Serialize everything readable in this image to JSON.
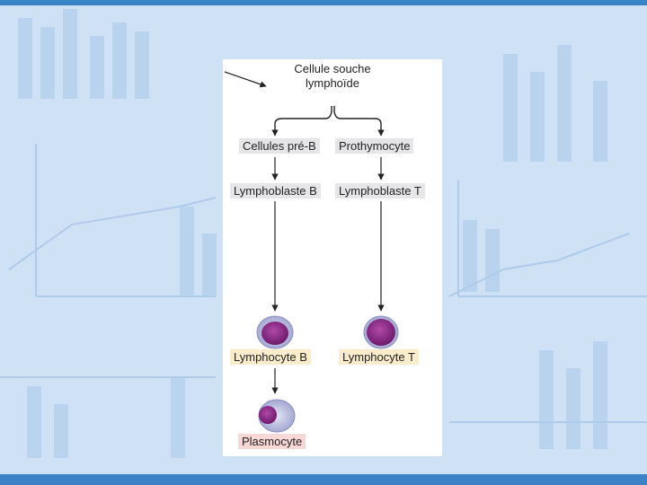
{
  "diagram": {
    "root": {
      "line1": "Cellule souche",
      "line2": "lymphoïde"
    },
    "b_lineage": {
      "pre": "Cellules pré-B",
      "blast": "Lymphoblaste B",
      "lymphocyte": "Lymphocyte  B",
      "plasma": "Plasmocyte"
    },
    "t_lineage": {
      "pre": "Prothymocyte",
      "blast": "Lymphoblaste  T",
      "lymphocyte": "Lymphocyte  T"
    }
  },
  "colors": {
    "slide_bar": "#3b83c6",
    "label_gray": "#e6e6e8",
    "label_yellow": "#fbeccb",
    "label_pink": "#f7d8d6",
    "cell_nucleus": "#8a2a86",
    "cell_cytoplasm": "#c7c8e6"
  }
}
